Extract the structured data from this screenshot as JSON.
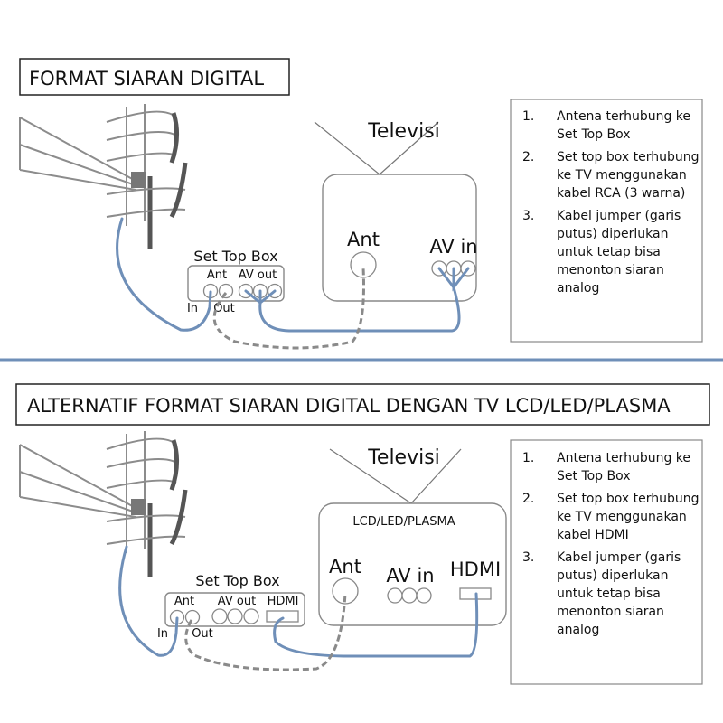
{
  "section1": {
    "title": "FORMAT SIARAN DIGITAL",
    "tv_label": "Televisi",
    "tv_ports": {
      "ant": "Ant",
      "av_in": "AV in"
    },
    "stb": {
      "label": "Set Top Box",
      "ant": "Ant",
      "av_out": "AV out",
      "in": "In",
      "out": "Out"
    },
    "notes": [
      {
        "num": "1.",
        "lines": [
          "Antena terhubung ke",
          "Set Top Box"
        ]
      },
      {
        "num": "2.",
        "lines": [
          "Set top box terhubung",
          "ke TV menggunakan",
          "kabel RCA (3 warna)"
        ]
      },
      {
        "num": "3.",
        "lines": [
          "Kabel jumper (garis",
          "putus) diperlukan",
          "untuk tetap bisa",
          "menonton siaran",
          "analog"
        ]
      }
    ]
  },
  "section2": {
    "title": "ALTERNATIF FORMAT SIARAN DIGITAL DENGAN TV LCD/LED/PLASMA",
    "tv_label": "Televisi",
    "tv_type": "LCD/LED/PLASMA",
    "tv_ports": {
      "ant": "Ant",
      "av_in": "AV in",
      "hdmi": "HDMI"
    },
    "stb": {
      "label": "Set Top Box",
      "ant": "Ant",
      "av_out": "AV out",
      "hdmi": "HDMI",
      "in": "In",
      "out": "Out"
    },
    "notes": [
      {
        "num": "1.",
        "lines": [
          "Antena terhubung ke",
          "Set Top Box"
        ]
      },
      {
        "num": "2.",
        "lines": [
          "Set top box terhubung",
          "ke TV menggunakan",
          "kabel HDMI"
        ]
      },
      {
        "num": "3.",
        "lines": [
          "Kabel jumper (garis",
          "putus) diperlukan",
          "untuk tetap bisa",
          "menonton siaran",
          "analog"
        ]
      }
    ]
  },
  "colors": {
    "cable": "#6f8fb8",
    "jumper": "#8a8a8a",
    "divider": "#6f8fb8"
  }
}
